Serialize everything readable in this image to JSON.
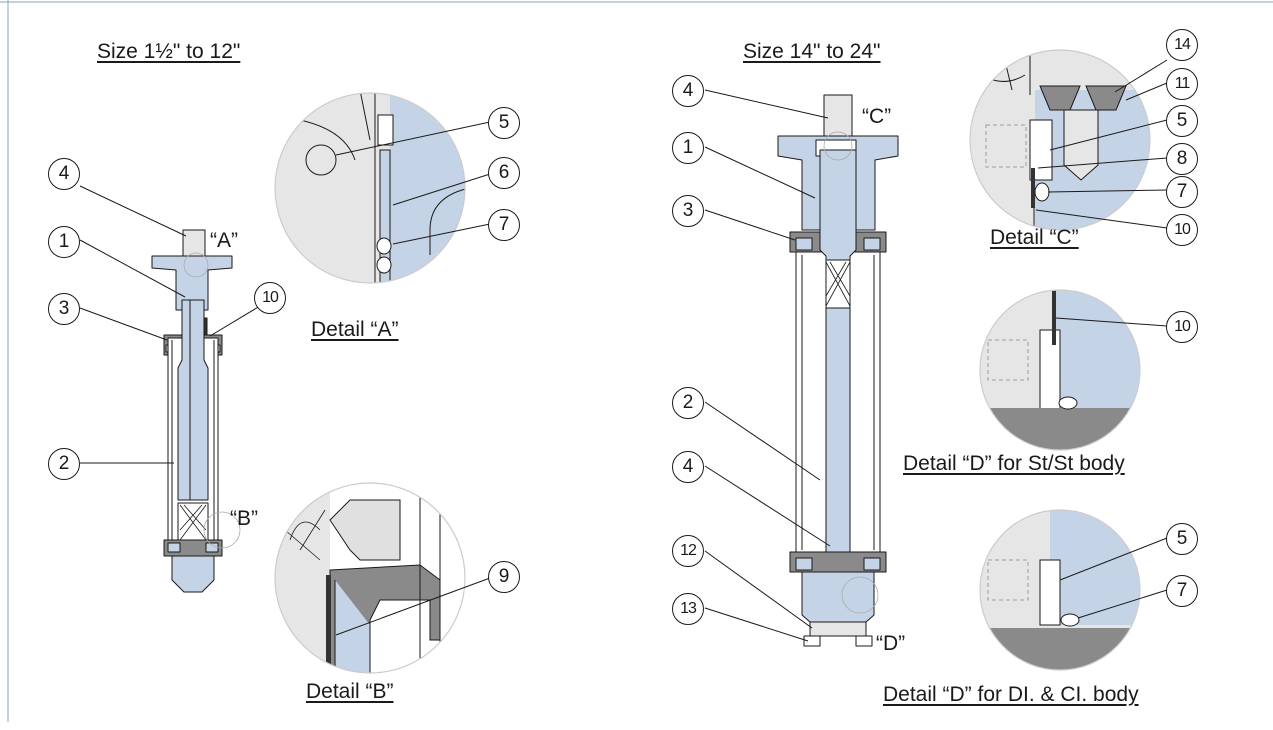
{
  "titles": {
    "left_size": "Size 1½\" to 12\"",
    "right_size": "Size 14\" to 24\"",
    "detail_a": "Detail “A”",
    "detail_b": "Detail “B”",
    "detail_c": "Detail “C”",
    "detail_d_stst": "Detail “D” for St/St body",
    "detail_d_di_ci": "Detail “D” for DI. & CI. body"
  },
  "detail_refs": {
    "a": "“A”",
    "b": "“B”",
    "c": "“C”",
    "d": "“D”"
  },
  "part_numbers": {
    "p1": "1",
    "p2": "2",
    "p3": "3",
    "p4": "4",
    "p5": "5",
    "p6": "6",
    "p7": "7",
    "p8": "8",
    "p9": "9",
    "p10": "10",
    "p11": "11",
    "p12": "12",
    "p13": "13",
    "p14": "14"
  },
  "colors": {
    "metal_blue": "#c5d3e6",
    "light_grey": "#e6e6e6",
    "dark_grey": "#8a8a8a",
    "seal_dark": "#333333",
    "frame": "#9ab3cf"
  }
}
